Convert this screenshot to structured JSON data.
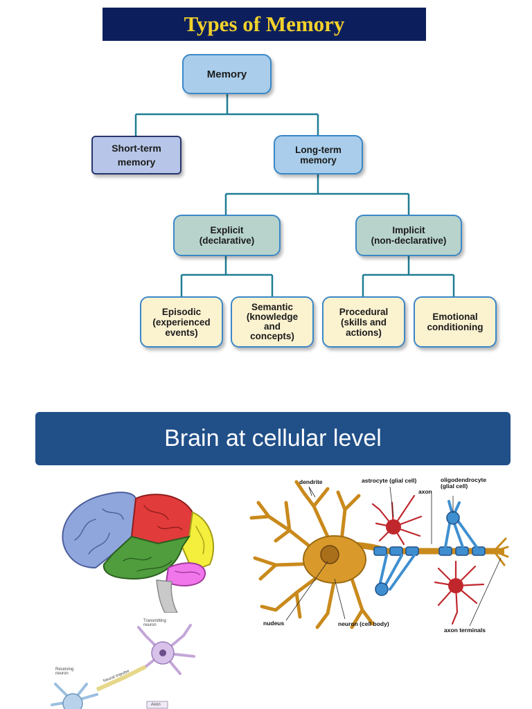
{
  "title": "Types of Memory",
  "tree": {
    "memory": "Memory",
    "short_term": [
      "Short-term",
      "memory"
    ],
    "long_term": [
      "Long-term",
      "memory"
    ],
    "explicit": [
      "Explicit",
      "(declarative)"
    ],
    "implicit": [
      "Implicit",
      "(non-declarative)"
    ],
    "episodic": [
      "Episodic",
      "(experienced",
      "events)"
    ],
    "semantic": [
      "Semantic",
      "(knowledge",
      "and",
      "concepts)"
    ],
    "procedural": [
      "Procedural",
      "(skills and",
      "actions)"
    ],
    "emotional": [
      "Emotional",
      "conditioning"
    ]
  },
  "section_title": "Brain at cellular level",
  "neuron_labels": {
    "dendrite": "dendrite",
    "astrocyte": "astrocyte (glial cell)",
    "axon": "axon",
    "oligodendrocyte": [
      "oligodendrocyte",
      "(glial cell)"
    ],
    "nucleus": "nudeus",
    "cell_body": "neuron (cell body)",
    "axon_terminals": "axon terminals"
  },
  "synapse_labels": {
    "transmitting": [
      "Transmitting",
      "neuron"
    ],
    "receiving": [
      "Receiving",
      "neuron"
    ],
    "impulse": "Neural impulse",
    "axon": "Axon"
  },
  "colors": {
    "title_bg": "#0c1f5c",
    "title_text": "#f3d12b",
    "section_bg": "#215089",
    "connector": "#1f7d93"
  }
}
